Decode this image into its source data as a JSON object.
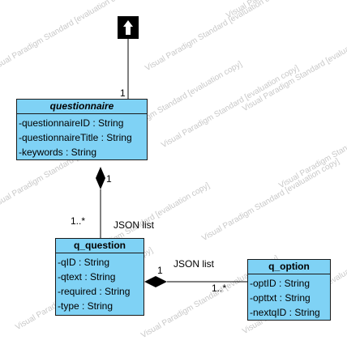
{
  "watermark": "Visual Paradigm Standard [evaluation copy]",
  "classes": {
    "questionnaire": {
      "name": "questionnaire",
      "attributes": [
        "-questionnaireID : String",
        "-questionnaireTitle : String",
        "-keywords : String"
      ]
    },
    "q_question": {
      "name": "q_question",
      "attributes": [
        "-qID : String",
        "-qtext : String",
        "-required : String",
        "-type : String"
      ]
    },
    "q_option": {
      "name": "q_option",
      "attributes": [
        "-optID : String",
        "-opttxt : String",
        "-nextqID : String"
      ]
    }
  },
  "labels": {
    "top_mult": "1",
    "comp1_mult_top": "1",
    "comp1_mult_bottom": "1..*",
    "comp1_name": "JSON list",
    "comp2_mult_left": "1",
    "comp2_mult_right": "1..*",
    "comp2_name": "JSON list"
  },
  "colors": {
    "class_fill": "#7fd2f5",
    "border": "#1a1a1a",
    "watermark": "#c8c8c8"
  }
}
